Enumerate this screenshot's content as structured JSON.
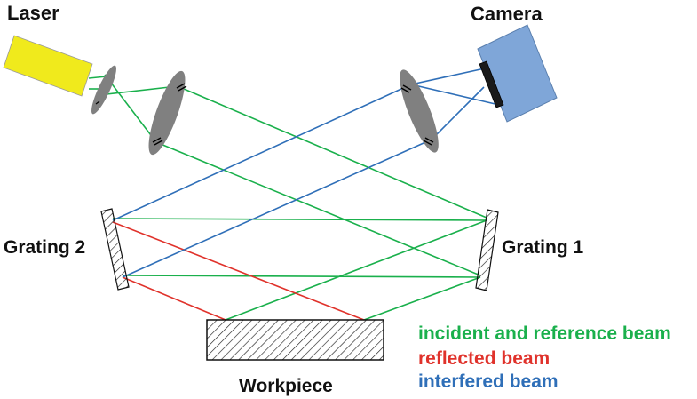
{
  "labels": {
    "laser": "Laser",
    "camera": "Camera",
    "grating2": "Grating 2",
    "grating1": "Grating 1",
    "workpiece": "Workpiece"
  },
  "legend": {
    "incident": "incident and reference beam",
    "reflected": "reflected beam",
    "interfered": "interfered beam"
  },
  "colors": {
    "incident": "#1ab04c",
    "reflected": "#e0322b",
    "interfered": "#2f6fb8",
    "laser": "#f0ea1c",
    "camera": "#7fa6d8",
    "optics": "#808080"
  }
}
